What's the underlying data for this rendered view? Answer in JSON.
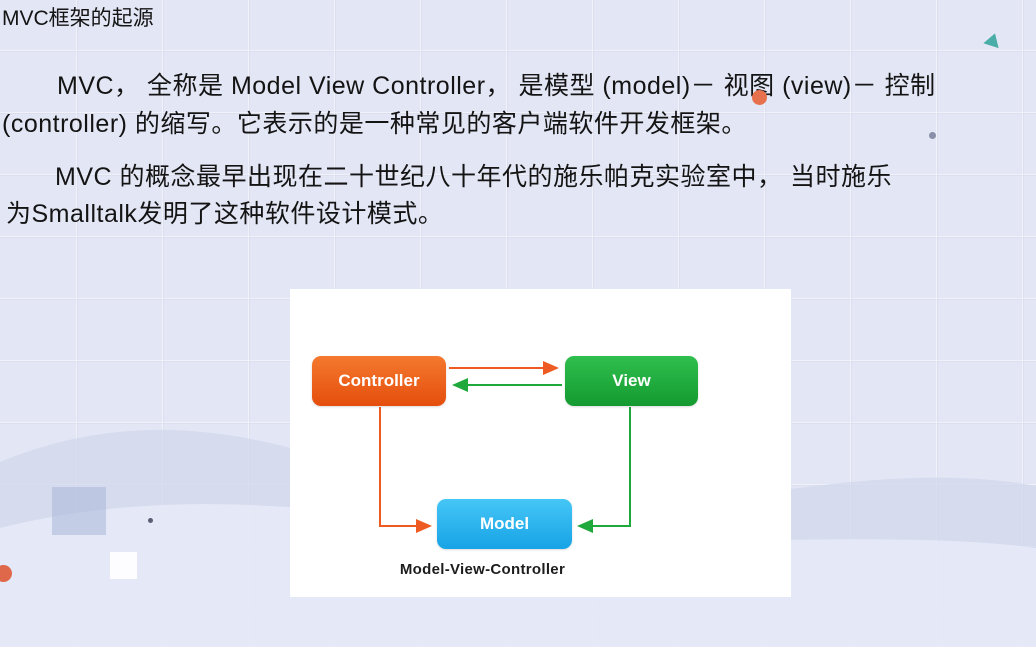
{
  "slide": {
    "title": "MVC框架的起源",
    "body": {
      "p1_line1": "MVC， 全称是 Model View Controller， 是模型 (model)－ 视图 (view)－ 控制",
      "p1_line2": "(controller) 的缩写。它表示的是一种常见的客户端软件开发框架。",
      "p2_line1": "MVC 的概念最早出现在二十世纪八十年代的施乐帕克实验室中， 当时施乐",
      "p2_line2": "为Smalltalk发明了这种软件设计模式。"
    }
  },
  "diagram": {
    "caption": "Model-View-Controller",
    "nodes": [
      {
        "id": "controller",
        "label": "Controller",
        "color": "#ED5A22"
      },
      {
        "id": "view",
        "label": "View",
        "color": "#1FA83C"
      },
      {
        "id": "model",
        "label": "Model",
        "color": "#29ABE2"
      }
    ],
    "edges": [
      {
        "from": "controller",
        "to": "view",
        "color": "#ED5A22"
      },
      {
        "from": "view",
        "to": "controller",
        "color": "#1FA83C"
      },
      {
        "from": "controller",
        "to": "model",
        "color": "#ED5A22"
      },
      {
        "from": "view",
        "to": "model",
        "color": "#1FA83C"
      }
    ],
    "panel_background": "#FFFFFF"
  },
  "background_color": "#E3E6F4"
}
